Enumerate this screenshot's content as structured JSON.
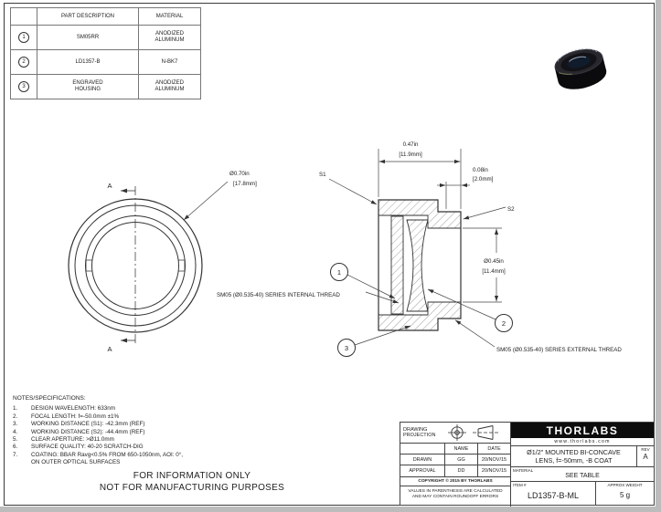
{
  "parts_table": {
    "header_description": "PART DESCRIPTION",
    "header_material": "MATERIAL",
    "rows": [
      {
        "item": "1",
        "description": "SM05RR",
        "material": "ANODIZED\nALUMINUM"
      },
      {
        "item": "2",
        "description": "LD1357-B",
        "material": "N-BK7"
      },
      {
        "item": "3",
        "description": "ENGRAVED\nHOUSING",
        "material": "ANODIZED\nALUMINUM"
      }
    ]
  },
  "front_view": {
    "section_label_top": "A",
    "section_label_bottom": "A",
    "diameter": "Ø0.70in",
    "diameter_mm": "[17.8mm]"
  },
  "section_view": {
    "length": "0.47in",
    "length_mm": "[11.9mm]",
    "tip_length": "0.08in",
    "tip_length_mm": "[2.0mm]",
    "bore": "Ø0.45in",
    "bore_mm": "[11.4mm]",
    "surface1": "S1",
    "surface2": "S2",
    "balloons": [
      "1",
      "2",
      "3"
    ],
    "internal_thread_note": "SM05 (Ø0.535-40) SERIES INTERNAL THREAD",
    "external_thread_note": "SM05 (Ø0.535-40) SERIES EXTERNAL THREAD"
  },
  "notes": {
    "title": "NOTES/SPECIFICATIONS:",
    "items": [
      {
        "n": "1.",
        "text": "DESIGN WAVELENGTH: 633nm"
      },
      {
        "n": "2.",
        "text": "FOCAL LENGTH: f=-50.0mm ±1%"
      },
      {
        "n": "3.",
        "text": "WORKING DISTANCE (S1): -42.3mm (REF)"
      },
      {
        "n": "4.",
        "text": "WORKING DISTANCE (S2): -44.4mm (REF)"
      },
      {
        "n": "5.",
        "text": "CLEAR APERTURE: >Ø11.0mm"
      },
      {
        "n": "6.",
        "text": "SURFACE QUALITY: 40-20 SCRATCH-DIG"
      },
      {
        "n": "7.",
        "text": "COATING: BBAR Ravg<0.5% FROM 650-1050nm, AOI: 0°,\nON OUTER OPTICAL SURFACES"
      }
    ]
  },
  "disclaimer": {
    "line1": "FOR INFORMATION ONLY",
    "line2": "NOT FOR MANUFACTURING PURPOSES"
  },
  "title_block": {
    "projection_label": "DRAWING PROJECTION",
    "name_header": "NAME",
    "date_header": "DATE",
    "drawn_label": "DRAWN",
    "drawn_name": "GG",
    "drawn_date": "20/NOV/15",
    "approval_label": "APPROVAL",
    "approval_name": "DD",
    "approval_date": "20/NOV/15",
    "copyright": "COPYRIGHT © 2015 BY THORLABS",
    "parenthesis_note": "VALUES IN PARENTHESIS ARE CALCULATED AND MAY CONTAIN ROUNDOFF ERRORS",
    "brand": "THORLABS",
    "website": "www.thorlabs.com",
    "title_line1": "Ø1/2\" MOUNTED BI-CONCAVE",
    "title_line2": "LENS, f=-50mm, -B COAT",
    "material_label": "MATERIAL",
    "material_value": "SEE TABLE",
    "rev_label": "REV",
    "rev_value": "A",
    "item_label": "ITEM #",
    "item_value": "LD1357-B-ML",
    "weight_label": "APPROX WEIGHT",
    "weight_value": "5 g"
  }
}
